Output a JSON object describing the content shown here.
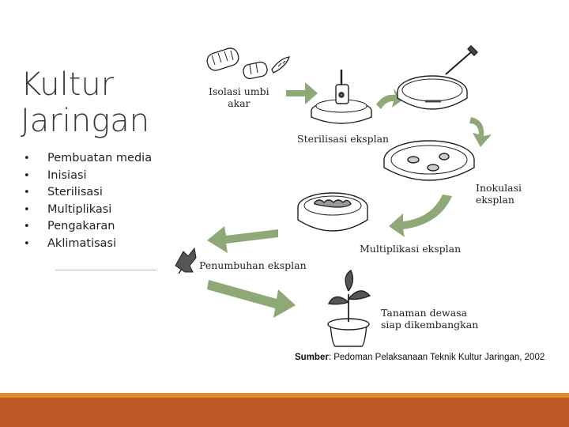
{
  "slide": {
    "title": "Kultur Jaringan",
    "bullet_symbol": "•",
    "bullets": [
      "Pembuatan media",
      "Inisiasi",
      "Sterilisasi",
      "Multiplikasi",
      "Pengakaran",
      "Aklimatisasi"
    ]
  },
  "diagram": {
    "labels": {
      "isolasi": "Isolasi umbi\nakar",
      "sterilisasi": "Sterilisasi eksplan",
      "inokulasi": "Inokulasi\neksplan",
      "multiplikasi": "Multiplikasi eksplan",
      "penumbuhan": "Penumbuhan eksplan",
      "tanaman": "Tanaman dewasa\nsiap dikembangkan"
    },
    "source_label": "Sumber",
    "source_text": ":  Pedoman Pelaksanaan Teknik Kultur Jaringan, 2002",
    "arrow_color": "#8fa878"
  },
  "theme": {
    "footer_accent": "#e4892c",
    "footer_main": "#c0592a"
  }
}
